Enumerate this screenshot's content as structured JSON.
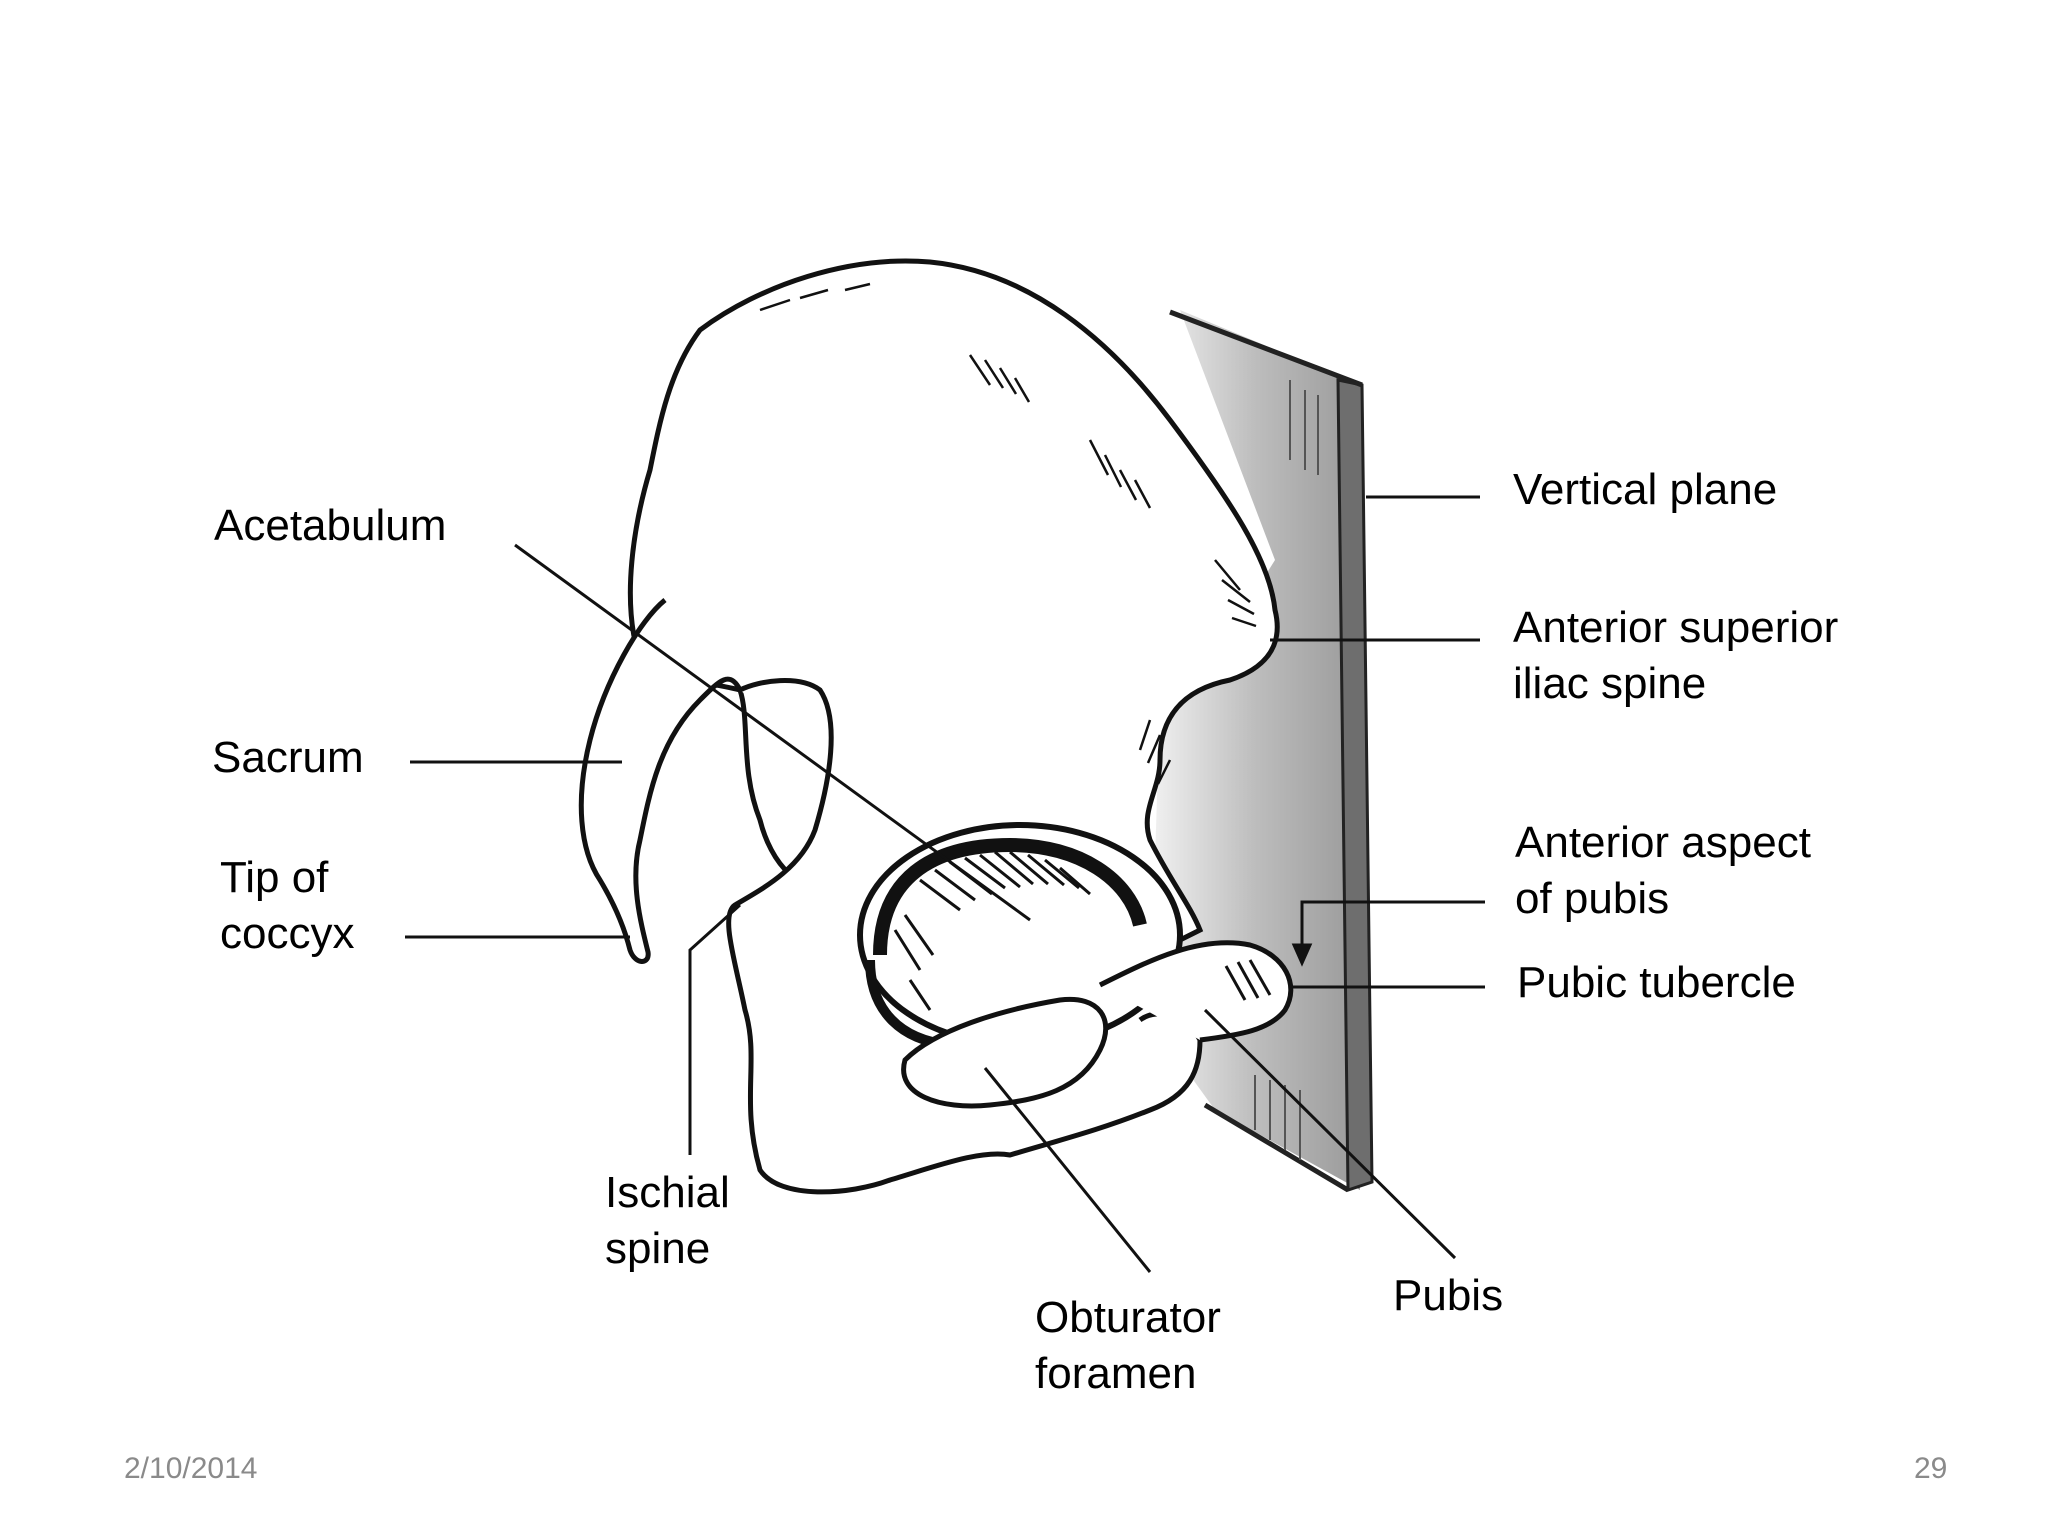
{
  "slide": {
    "date": "2/10/2014",
    "page_number": "29"
  },
  "diagram": {
    "subject": "pelvis-lateral-view",
    "labels": {
      "acetabulum": "Acetabulum",
      "sacrum": "Sacrum",
      "tip_of_coccyx_line1": "Tip of",
      "tip_of_coccyx_line2": "coccyx",
      "ischial_spine_line1": "Ischial",
      "ischial_spine_line2": "spine",
      "obturator_foramen_line1": "Obturator",
      "obturator_foramen_line2": "foramen",
      "pubis": "Pubis",
      "vertical_plane": "Vertical plane",
      "asis_line1": "Anterior superior",
      "asis_line2": "iliac spine",
      "anterior_aspect_line1": "Anterior aspect",
      "anterior_aspect_line2": "of pubis",
      "pubic_tubercle": "Pubic tubercle"
    }
  }
}
